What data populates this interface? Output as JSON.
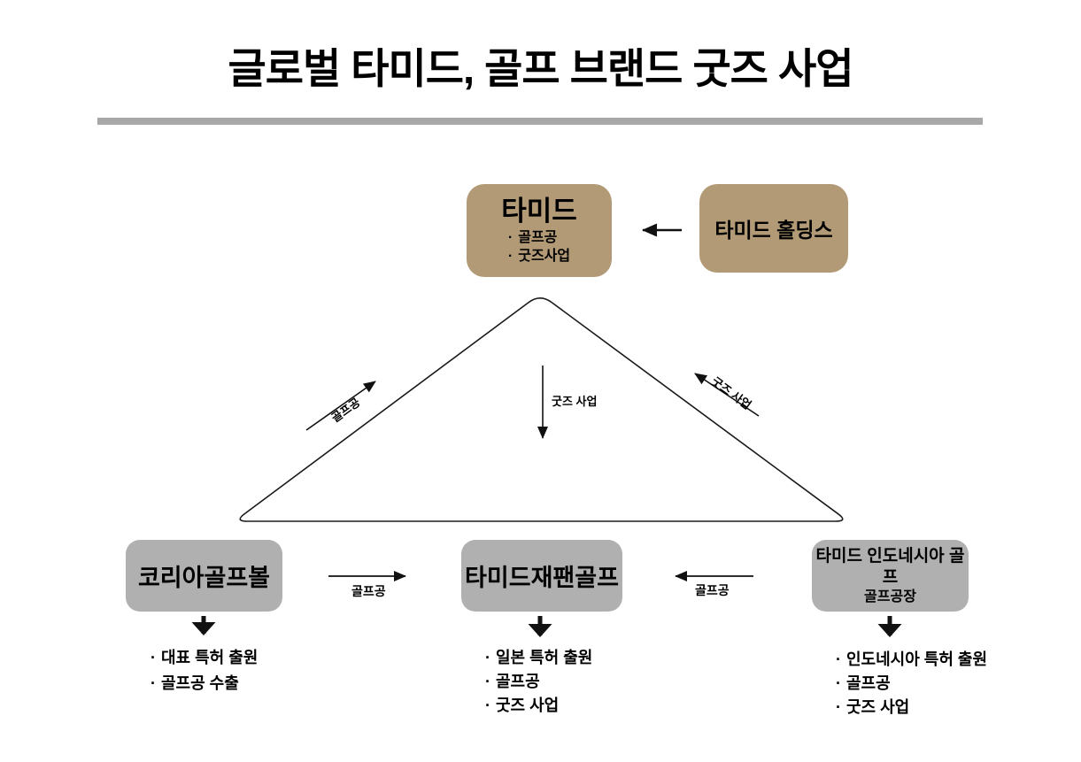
{
  "page": {
    "title": "글로벌 타미드, 골프 브랜드 굿즈 사업"
  },
  "bullet_char": "·",
  "colors": {
    "tan": "#b39a76",
    "gray": "#b0b0b0",
    "divider": "#a8a8a8",
    "line": "#111111"
  },
  "top": {
    "tamid": {
      "name": "타미드",
      "bullets": [
        "골프공",
        "굿즈사업"
      ]
    },
    "holdings": {
      "name": "타미드 홀딩스"
    }
  },
  "triangle": {
    "left_edge_label": "골프공",
    "center_label": "굿즈 사업",
    "right_edge_label": "굿즈 사업"
  },
  "bottom": {
    "korea": {
      "name": "코리아골프볼",
      "bullets": [
        "대표 특허 출원",
        "골프공 수출"
      ]
    },
    "japan": {
      "name": "타미드재팬골프",
      "bullets": [
        "일본 특허 출원",
        "골프공",
        "굿즈 사업"
      ]
    },
    "indonesia": {
      "name": "타미드 인도네시아 골프",
      "subname": "골프공장",
      "bullets": [
        "인도네시아 특허 출원",
        "골프공",
        "굿즈 사업"
      ]
    },
    "korea_to_japan_label": "골프공",
    "indonesia_to_japan_label": "골프공"
  }
}
